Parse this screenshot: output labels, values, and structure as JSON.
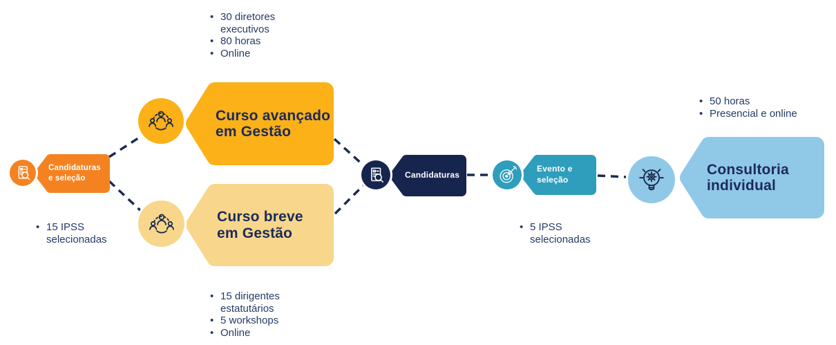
{
  "colors": {
    "orange": "#F58220",
    "amber": "#FBB117",
    "light_yellow": "#F8D78C",
    "navy": "#16254E",
    "teal": "#2E9EBC",
    "light_blue": "#90C8E8",
    "heading_text": "#1B2A5B",
    "body_text": "#243A66",
    "connector": "#1B2A4E"
  },
  "stages": {
    "candidaturas_selecao": {
      "tag_label": "Candidaturas\ne seleção",
      "icon": "document-search-icon",
      "notes": [
        "15 IPSS selecionadas"
      ]
    },
    "curso_avancado": {
      "tag_label": "Curso avançado\nem Gestão",
      "icon": "people-group-icon",
      "notes": [
        "30 diretores executivos",
        "80 horas",
        "Online"
      ]
    },
    "curso_breve": {
      "tag_label": "Curso breve\nem Gestão",
      "icon": "people-group-icon",
      "notes": [
        "15 dirigentes estatutários",
        "5 workshops",
        "Online"
      ]
    },
    "candidaturas": {
      "tag_label": "Candidaturas",
      "icon": "document-search-icon"
    },
    "evento_selecao": {
      "tag_label": "Evento e\nseleção",
      "icon": "target-icon",
      "notes": [
        "5 IPSS selecionadas"
      ]
    },
    "consultoria_individual": {
      "tag_label": "Consultoria\nindividual",
      "icon": "lightbulb-gear-icon",
      "notes": [
        "50 horas",
        "Presencial e online"
      ]
    }
  }
}
